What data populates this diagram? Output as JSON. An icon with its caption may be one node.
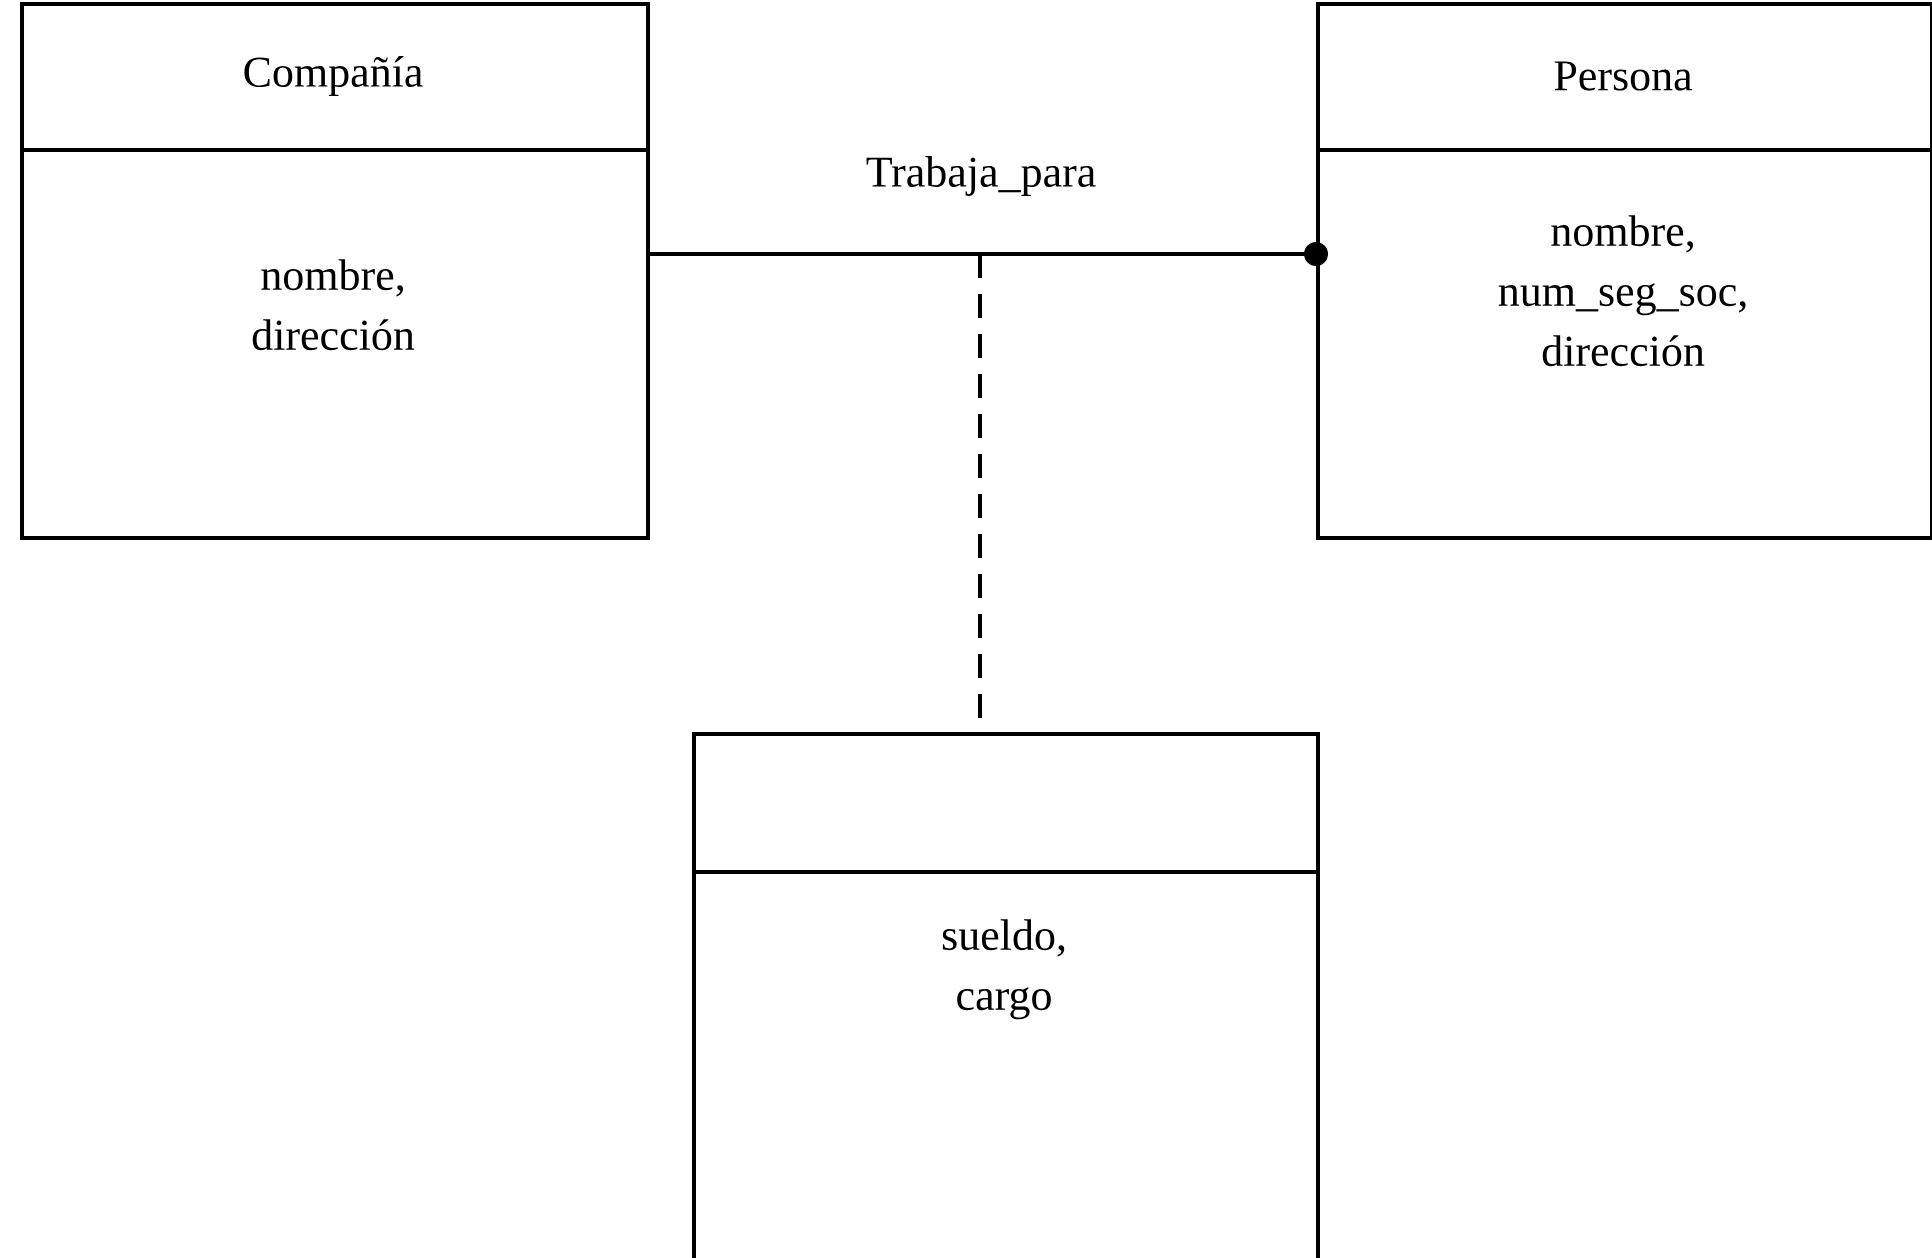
{
  "diagram": {
    "nodes": [
      {
        "text": [
          "Compañía",
          "nombre, dirección"
        ]
      },
      {
        "text": [
          "Persona",
          "nombre, num_seg_soc, dirección"
        ]
      },
      {
        "text": [
          "sueldo, cargo"
        ]
      }
    ],
    "edges": [
      {
        "from": 0,
        "to": 1,
        "arrow": "other",
        "label": "Trabaja_para"
      },
      {
        "from": null,
        "to": 2,
        "arrow": "none",
        "style": "dashed"
      }
    ]
  }
}
